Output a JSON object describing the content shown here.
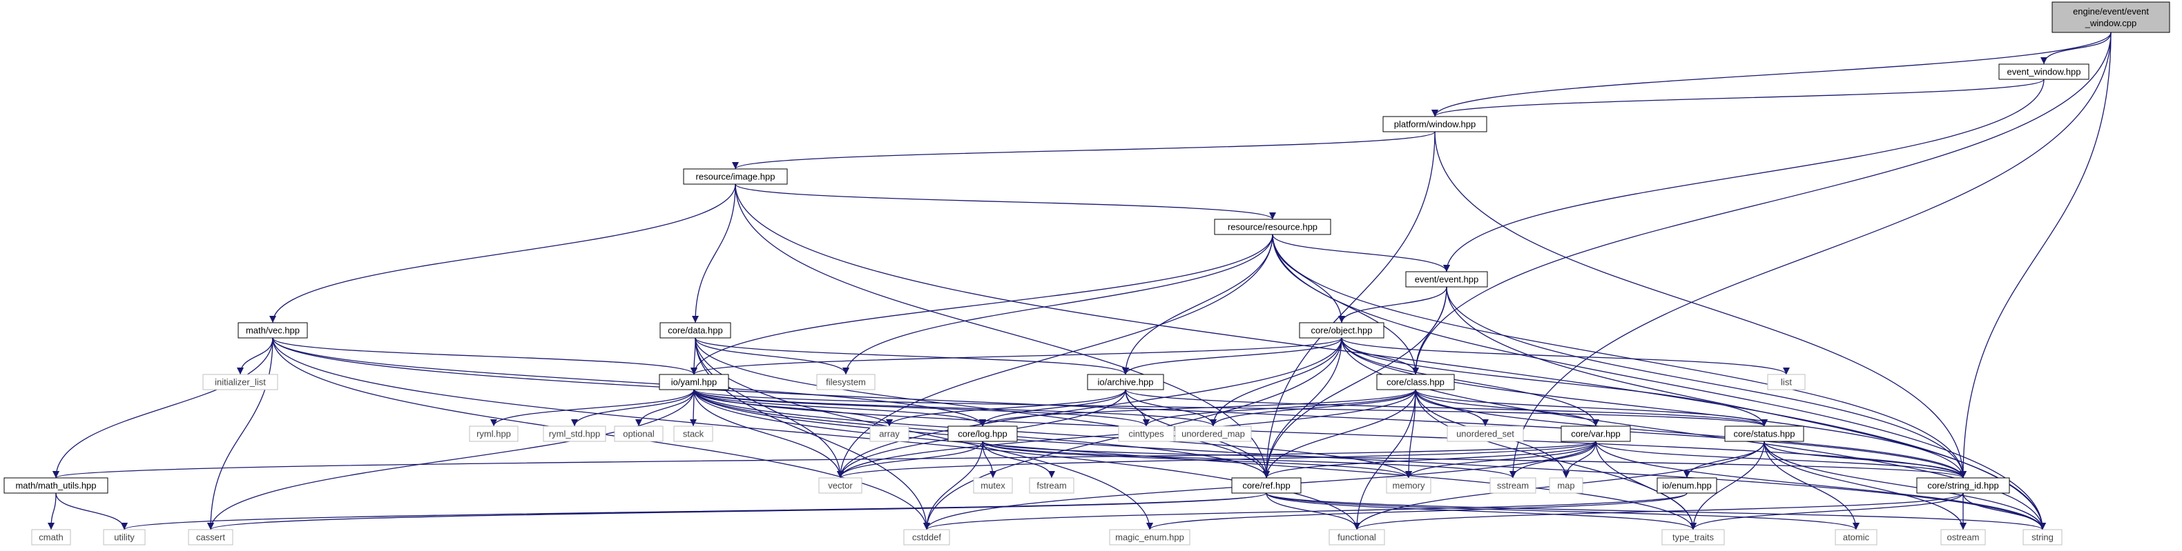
{
  "colors": {
    "edge": "#191970",
    "node_border": "#000000",
    "system_border": "#bfbfbf",
    "root_fill": "#bfbfbf",
    "node_fill": "#ffffff"
  },
  "nodes": [
    {
      "id": "root",
      "label1": "engine/event/event",
      "label2": "_window.cpp",
      "kind": "root"
    },
    {
      "id": "event_window",
      "label1": "event_window.hpp",
      "kind": "file"
    },
    {
      "id": "platform_window",
      "label1": "platform/window.hpp",
      "kind": "file"
    },
    {
      "id": "res_image",
      "label1": "resource/image.hpp",
      "kind": "file"
    },
    {
      "id": "res_resource",
      "label1": "resource/resource.hpp",
      "kind": "file"
    },
    {
      "id": "event_event",
      "label1": "event/event.hpp",
      "kind": "file"
    },
    {
      "id": "core_object",
      "label1": "core/object.hpp",
      "kind": "file"
    },
    {
      "id": "core_data",
      "label1": "core/data.hpp",
      "kind": "file"
    },
    {
      "id": "math_vec",
      "label1": "math/vec.hpp",
      "kind": "file"
    },
    {
      "id": "io_yaml",
      "label1": "io/yaml.hpp",
      "kind": "file"
    },
    {
      "id": "io_archive",
      "label1": "io/archive.hpp",
      "kind": "file"
    },
    {
      "id": "core_class",
      "label1": "core/class.hpp",
      "kind": "file"
    },
    {
      "id": "core_log",
      "label1": "core/log.hpp",
      "kind": "file"
    },
    {
      "id": "core_var",
      "label1": "core/var.hpp",
      "kind": "file"
    },
    {
      "id": "core_status",
      "label1": "core/status.hpp",
      "kind": "file"
    },
    {
      "id": "math_utils",
      "label1": "math/math_utils.hpp",
      "kind": "file"
    },
    {
      "id": "core_ref",
      "label1": "core/ref.hpp",
      "kind": "file"
    },
    {
      "id": "io_enum",
      "label1": "io/enum.hpp",
      "kind": "file"
    },
    {
      "id": "core_string_id",
      "label1": "core/string_id.hpp",
      "kind": "file"
    },
    {
      "id": "initializer_list",
      "label1": "initializer_list",
      "kind": "system"
    },
    {
      "id": "filesystem",
      "label1": "filesystem",
      "kind": "system"
    },
    {
      "id": "list",
      "label1": "list",
      "kind": "system"
    },
    {
      "id": "ryml",
      "label1": "ryml.hpp",
      "kind": "system"
    },
    {
      "id": "ryml_std",
      "label1": "ryml_std.hpp",
      "kind": "system"
    },
    {
      "id": "optional",
      "label1": "optional",
      "kind": "system"
    },
    {
      "id": "stack",
      "label1": "stack",
      "kind": "system"
    },
    {
      "id": "array",
      "label1": "array",
      "kind": "system"
    },
    {
      "id": "cinttypes",
      "label1": "cinttypes",
      "kind": "system"
    },
    {
      "id": "unordered_map",
      "label1": "unordered_map",
      "kind": "system"
    },
    {
      "id": "unordered_set",
      "label1": "unordered_set",
      "kind": "system"
    },
    {
      "id": "vector",
      "label1": "vector",
      "kind": "system"
    },
    {
      "id": "mutex",
      "label1": "mutex",
      "kind": "system"
    },
    {
      "id": "fstream",
      "label1": "fstream",
      "kind": "system"
    },
    {
      "id": "memory",
      "label1": "memory",
      "kind": "system"
    },
    {
      "id": "sstream",
      "label1": "sstream",
      "kind": "system"
    },
    {
      "id": "map",
      "label1": "map",
      "kind": "system"
    },
    {
      "id": "cmath",
      "label1": "cmath",
      "kind": "system"
    },
    {
      "id": "utility",
      "label1": "utility",
      "kind": "system"
    },
    {
      "id": "cassert",
      "label1": "cassert",
      "kind": "system"
    },
    {
      "id": "cstddef",
      "label1": "cstddef",
      "kind": "system"
    },
    {
      "id": "magic_enum",
      "label1": "magic_enum.hpp",
      "kind": "system"
    },
    {
      "id": "functional",
      "label1": "functional",
      "kind": "system"
    },
    {
      "id": "type_traits",
      "label1": "type_traits",
      "kind": "system"
    },
    {
      "id": "atomic",
      "label1": "atomic",
      "kind": "system"
    },
    {
      "id": "ostream",
      "label1": "ostream",
      "kind": "system"
    },
    {
      "id": "string",
      "label1": "string",
      "kind": "system"
    }
  ],
  "edges": [
    [
      "root",
      "event_window"
    ],
    [
      "root",
      "platform_window"
    ],
    [
      "root",
      "core_class"
    ],
    [
      "root",
      "core_string_id"
    ],
    [
      "root",
      "sstream"
    ],
    [
      "event_window",
      "platform_window"
    ],
    [
      "event_window",
      "event_event"
    ],
    [
      "platform_window",
      "res_image"
    ],
    [
      "platform_window",
      "core_ref"
    ],
    [
      "platform_window",
      "core_string_id"
    ],
    [
      "res_image",
      "res_resource"
    ],
    [
      "res_image",
      "core_data"
    ],
    [
      "res_image",
      "math_vec"
    ],
    [
      "res_image",
      "core_ref"
    ],
    [
      "res_image",
      "string"
    ],
    [
      "res_resource",
      "event_event"
    ],
    [
      "res_resource",
      "core_object"
    ],
    [
      "res_resource",
      "core_class"
    ],
    [
      "res_resource",
      "io_yaml"
    ],
    [
      "res_resource",
      "io_archive"
    ],
    [
      "res_resource",
      "filesystem"
    ],
    [
      "res_resource",
      "vector"
    ],
    [
      "res_resource",
      "core_string_id"
    ],
    [
      "res_resource",
      "string"
    ],
    [
      "event_event",
      "core_object"
    ],
    [
      "event_event",
      "core_class"
    ],
    [
      "event_event",
      "core_ref"
    ],
    [
      "event_event",
      "core_string_id"
    ],
    [
      "event_event",
      "string"
    ],
    [
      "core_object",
      "core_class"
    ],
    [
      "core_object",
      "io_archive"
    ],
    [
      "core_object",
      "io_yaml"
    ],
    [
      "core_object",
      "core_status"
    ],
    [
      "core_object",
      "core_var"
    ],
    [
      "core_object",
      "core_ref"
    ],
    [
      "core_object",
      "list"
    ],
    [
      "core_object",
      "unordered_map"
    ],
    [
      "core_object",
      "vector"
    ],
    [
      "core_object",
      "core_string_id"
    ],
    [
      "core_object",
      "string"
    ],
    [
      "core_object",
      "cstddef"
    ],
    [
      "core_data",
      "io_yaml"
    ],
    [
      "core_data",
      "io_archive"
    ],
    [
      "core_data",
      "filesystem"
    ],
    [
      "core_data",
      "core_ref"
    ],
    [
      "core_data",
      "vector"
    ],
    [
      "core_data",
      "cstddef"
    ],
    [
      "core_data",
      "magic_enum"
    ],
    [
      "math_vec",
      "math_utils"
    ],
    [
      "math_vec",
      "initializer_list"
    ],
    [
      "math_vec",
      "io_yaml"
    ],
    [
      "math_vec",
      "core_log"
    ],
    [
      "math_vec",
      "core_string_id"
    ],
    [
      "math_vec",
      "cassert"
    ],
    [
      "math_vec",
      "cstddef"
    ],
    [
      "math_vec",
      "functional"
    ],
    [
      "io_yaml",
      "ryml"
    ],
    [
      "io_yaml",
      "ryml_std"
    ],
    [
      "io_yaml",
      "optional"
    ],
    [
      "io_yaml",
      "stack"
    ],
    [
      "io_yaml",
      "array"
    ],
    [
      "io_yaml",
      "cinttypes"
    ],
    [
      "io_yaml",
      "unordered_map"
    ],
    [
      "io_yaml",
      "core_log"
    ],
    [
      "io_yaml",
      "core_status"
    ],
    [
      "io_yaml",
      "core_ref"
    ],
    [
      "io_yaml",
      "core_string_id"
    ],
    [
      "io_yaml",
      "vector"
    ],
    [
      "io_yaml",
      "cassert"
    ],
    [
      "io_yaml",
      "memory"
    ],
    [
      "io_yaml",
      "string"
    ],
    [
      "io_yaml",
      "type_traits"
    ],
    [
      "io_archive",
      "core_log"
    ],
    [
      "io_archive",
      "array"
    ],
    [
      "io_archive",
      "cinttypes"
    ],
    [
      "io_archive",
      "unordered_map"
    ],
    [
      "io_archive",
      "vector"
    ],
    [
      "io_archive",
      "core_ref"
    ],
    [
      "io_archive",
      "core_status"
    ],
    [
      "core_class",
      "core_var"
    ],
    [
      "core_class",
      "core_status"
    ],
    [
      "core_class",
      "core_log"
    ],
    [
      "core_class",
      "core_ref"
    ],
    [
      "core_class",
      "core_string_id"
    ],
    [
      "core_class",
      "unordered_map"
    ],
    [
      "core_class",
      "unordered_set"
    ],
    [
      "core_class",
      "cinttypes"
    ],
    [
      "core_class",
      "memory"
    ],
    [
      "core_class",
      "vector"
    ],
    [
      "core_class",
      "functional"
    ],
    [
      "core_class",
      "map"
    ],
    [
      "core_class",
      "type_traits"
    ],
    [
      "core_log",
      "vector"
    ],
    [
      "core_log",
      "mutex"
    ],
    [
      "core_log",
      "fstream"
    ],
    [
      "core_log",
      "memory"
    ],
    [
      "core_log",
      "sstream"
    ],
    [
      "core_log",
      "cstddef"
    ],
    [
      "core_log",
      "core_string_id"
    ],
    [
      "core_var",
      "math_utils"
    ],
    [
      "core_var",
      "core_ref"
    ],
    [
      "core_var",
      "vector"
    ],
    [
      "core_var",
      "memory"
    ],
    [
      "core_var",
      "sstream"
    ],
    [
      "core_var",
      "map"
    ],
    [
      "core_var",
      "type_traits"
    ],
    [
      "core_var",
      "string"
    ],
    [
      "core_var",
      "core_string_id"
    ],
    [
      "core_var",
      "cstddef"
    ],
    [
      "core_status",
      "io_enum"
    ],
    [
      "core_status",
      "core_string_id"
    ],
    [
      "core_status",
      "type_traits"
    ],
    [
      "core_status",
      "functional"
    ],
    [
      "core_status",
      "ostream"
    ],
    [
      "core_status",
      "string"
    ],
    [
      "core_status",
      "atomic"
    ],
    [
      "math_utils",
      "cmath"
    ],
    [
      "math_utils",
      "utility"
    ],
    [
      "core_ref",
      "cassert"
    ],
    [
      "core_ref",
      "functional"
    ],
    [
      "core_ref",
      "type_traits"
    ],
    [
      "core_ref",
      "atomic"
    ],
    [
      "core_ref",
      "utility"
    ],
    [
      "core_ref",
      "string"
    ],
    [
      "io_enum",
      "magic_enum"
    ],
    [
      "io_enum",
      "cstddef"
    ],
    [
      "core_string_id",
      "string"
    ],
    [
      "core_string_id",
      "ostream"
    ],
    [
      "core_string_id",
      "functional"
    ],
    [
      "core_string_id",
      "type_traits"
    ]
  ]
}
